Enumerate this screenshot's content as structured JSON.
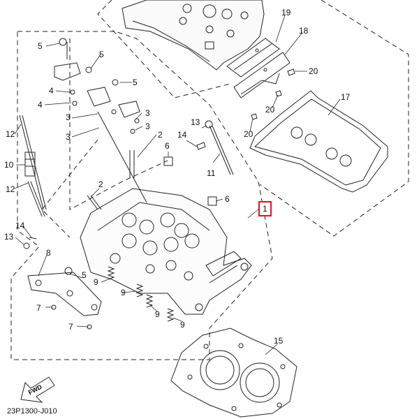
{
  "diagram": {
    "catalog_code": "23P1300-J010",
    "fwd_label": "FWD",
    "highlight_color": "#e0141e",
    "line_color": "#222222",
    "callouts": [
      {
        "id": "c19",
        "label": "19"
      },
      {
        "id": "c18",
        "label": "18"
      },
      {
        "id": "c20a",
        "label": "20"
      },
      {
        "id": "c17",
        "label": "17"
      },
      {
        "id": "c20b",
        "label": "20"
      },
      {
        "id": "c20c",
        "label": "20"
      },
      {
        "id": "c5a",
        "label": "5"
      },
      {
        "id": "c5b",
        "label": "5"
      },
      {
        "id": "c5c",
        "label": "5"
      },
      {
        "id": "c4a",
        "label": "4"
      },
      {
        "id": "c4b",
        "label": "4"
      },
      {
        "id": "c3a",
        "label": "3"
      },
      {
        "id": "c3b",
        "label": "3"
      },
      {
        "id": "c3c",
        "label": "3"
      },
      {
        "id": "c3d",
        "label": "3"
      },
      {
        "id": "c12a",
        "label": "12"
      },
      {
        "id": "c13a",
        "label": "13"
      },
      {
        "id": "c14a",
        "label": "14"
      },
      {
        "id": "c2a",
        "label": "2"
      },
      {
        "id": "c6a",
        "label": "6"
      },
      {
        "id": "c11",
        "label": "11"
      },
      {
        "id": "c10",
        "label": "10"
      },
      {
        "id": "c12b",
        "label": "12"
      },
      {
        "id": "c2b",
        "label": "2"
      },
      {
        "id": "c6b",
        "label": "6"
      },
      {
        "id": "c1",
        "label": "1",
        "highlight": true
      },
      {
        "id": "c14b",
        "label": "14"
      },
      {
        "id": "c13b",
        "label": "13"
      },
      {
        "id": "c8",
        "label": "8"
      },
      {
        "id": "c5d",
        "label": "5"
      },
      {
        "id": "c9a",
        "label": "9"
      },
      {
        "id": "c9b",
        "label": "9"
      },
      {
        "id": "c9c",
        "label": "9"
      },
      {
        "id": "c9d",
        "label": "9"
      },
      {
        "id": "c7a",
        "label": "7"
      },
      {
        "id": "c7b",
        "label": "7"
      },
      {
        "id": "c15",
        "label": "15"
      }
    ]
  }
}
